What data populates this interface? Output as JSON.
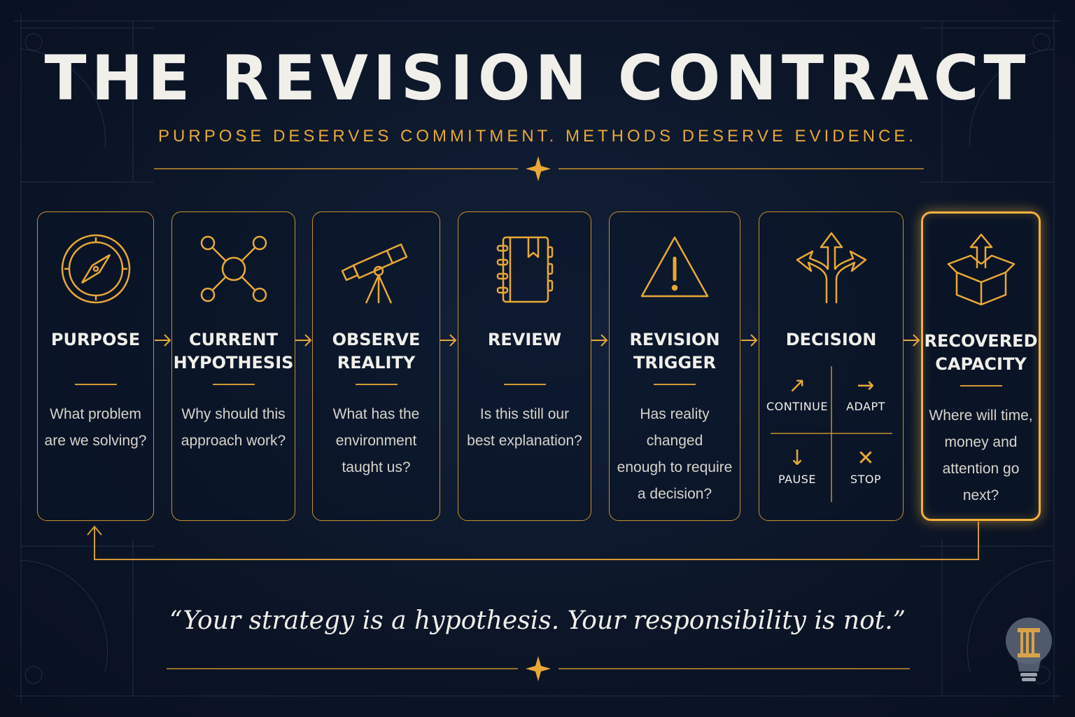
{
  "title": "THE REVISION CONTRACT",
  "subtitle": "PURPOSE DESERVES COMMITMENT. METHODS DESERVE EVIDENCE.",
  "colors": {
    "accent": "#e8a838",
    "background": "#0c1628",
    "text": "#f1efea"
  },
  "steps": [
    {
      "icon": "compass-icon",
      "title": "PURPOSE",
      "text": "What problem\nare we solving?"
    },
    {
      "icon": "network-icon",
      "title": "CURRENT\nHYPOTHESIS",
      "text": "Why should this\napproach work?"
    },
    {
      "icon": "telescope-icon",
      "title": "OBSERVE\nREALITY",
      "text": "What has the\nenvironment\ntaught us?"
    },
    {
      "icon": "notebook-icon",
      "title": "REVIEW",
      "text": "Is this still our\nbest explanation?"
    },
    {
      "icon": "warning-triangle-icon",
      "title": "REVISION\nTRIGGER",
      "text": "Has reality changed\nenough to require\na decision?"
    },
    {
      "icon": "fork-arrows-icon",
      "title": "DECISION",
      "options": [
        {
          "icon": "arrow-up-right-icon",
          "label": "CONTINUE"
        },
        {
          "icon": "arrow-right-icon",
          "label": "ADAPT"
        },
        {
          "icon": "arrow-down-icon",
          "label": "PAUSE"
        },
        {
          "icon": "x-icon",
          "label": "STOP"
        }
      ]
    },
    {
      "icon": "open-box-arrow-icon",
      "title": "RECOVERED\nCAPACITY",
      "text": "Where will time,\nmoney and\nattention go\nnext?"
    }
  ],
  "quote": "“Your strategy is a hypothesis. Your responsibility is not.”",
  "logo_icon": "lightbulb-column-icon"
}
